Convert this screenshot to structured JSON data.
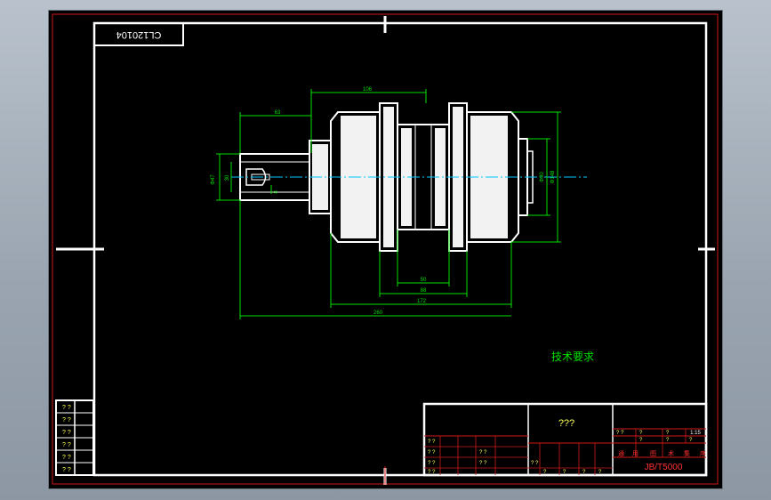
{
  "drawing": {
    "drawing_number": "CL120104",
    "tech_requirements_title": "技术要求",
    "part_name": "???",
    "scale": "1:15",
    "standard": "JB/T5000",
    "placeholder_qq": "? ?",
    "placeholder_q": "?",
    "bottom_labels": [
      "通",
      "用",
      "图",
      "术",
      "集",
      "序"
    ]
  },
  "dimensions": {
    "overall_length": "260",
    "body_length": "172",
    "flange_gap_outer": "88",
    "flange_gap_inner": "50",
    "top_length": "106",
    "shaft_length": "63",
    "diameter_large": "Φ148",
    "diameter_flange": "Φ90",
    "diameter_shaft": "Φ47",
    "diameter_bore": "30",
    "keyway": "8"
  },
  "colors": {
    "outline": "#ffffff",
    "frame": "#d01818",
    "dimension": "#00e000",
    "centerline": "#00c8ff"
  }
}
